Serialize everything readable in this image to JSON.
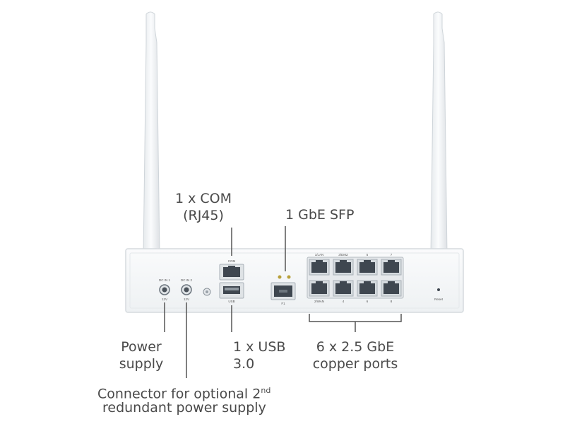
{
  "labels": {
    "com_line1": "1 x COM",
    "com_line2": "(RJ45)",
    "sfp": "1 GbE SFP",
    "power_line1": "Power",
    "power_line2": "supply",
    "usb_line1": "1 x USB",
    "usb_line2": "3.0",
    "copper_line1": "6 x 2.5 GbE",
    "copper_line2": "copper ports",
    "redundant_line1_pre": "Connector for optional 2",
    "redundant_line1_sup": "nd",
    "redundant_line2": "redundant power supply"
  },
  "panel_text": {
    "dc_in_1": "DC IN 1",
    "dc_in_2": "DC IN 2",
    "v12a": "12V",
    "v12b": "12V",
    "com": "COM",
    "usb": "USB",
    "f1": "F1",
    "port_1_lan": "1/LAN",
    "port_3_dmz": "3/DMZ",
    "port_5": "5",
    "port_7": "7",
    "port_2_wan": "2/WAN",
    "port_4": "4",
    "port_6": "6",
    "port_8": "8",
    "reset": "Reset"
  },
  "colors": {
    "body": "#f4f6f8",
    "outline": "#d5dade",
    "port": "#3f4750",
    "callout": "#555555"
  }
}
